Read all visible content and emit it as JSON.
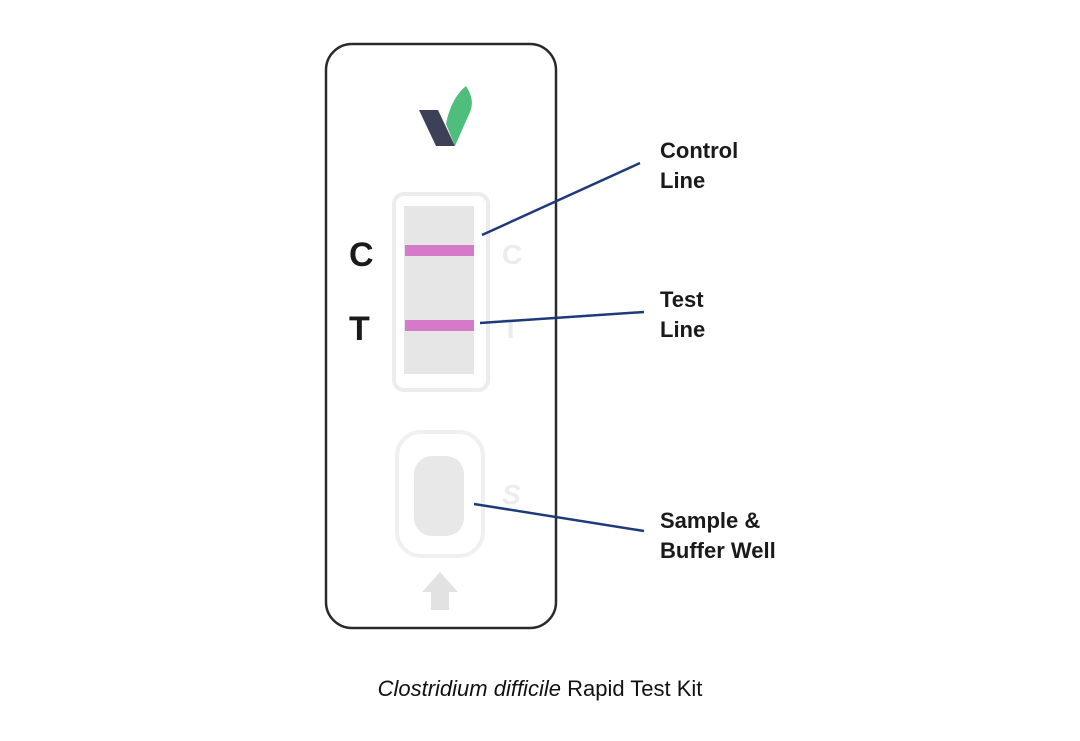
{
  "device": {
    "letter_c": "C",
    "letter_t": "T",
    "window_letter_c": "C",
    "window_letter_t": "T",
    "well_letter_s": "S",
    "colors": {
      "line": "#d57ac9",
      "logo_dark": "#3d4158",
      "logo_green": "#4fbd7c",
      "leader": "#1f3a7a"
    }
  },
  "callouts": {
    "control": {
      "line1": "Control",
      "line2": "Line"
    },
    "test": {
      "line1": "Test",
      "line2": "Line"
    },
    "sample": {
      "line1": "Sample &",
      "line2": "Buffer Well"
    }
  },
  "caption": {
    "italic": "Clostridium difficile",
    "rest": " Rapid Test Kit"
  }
}
